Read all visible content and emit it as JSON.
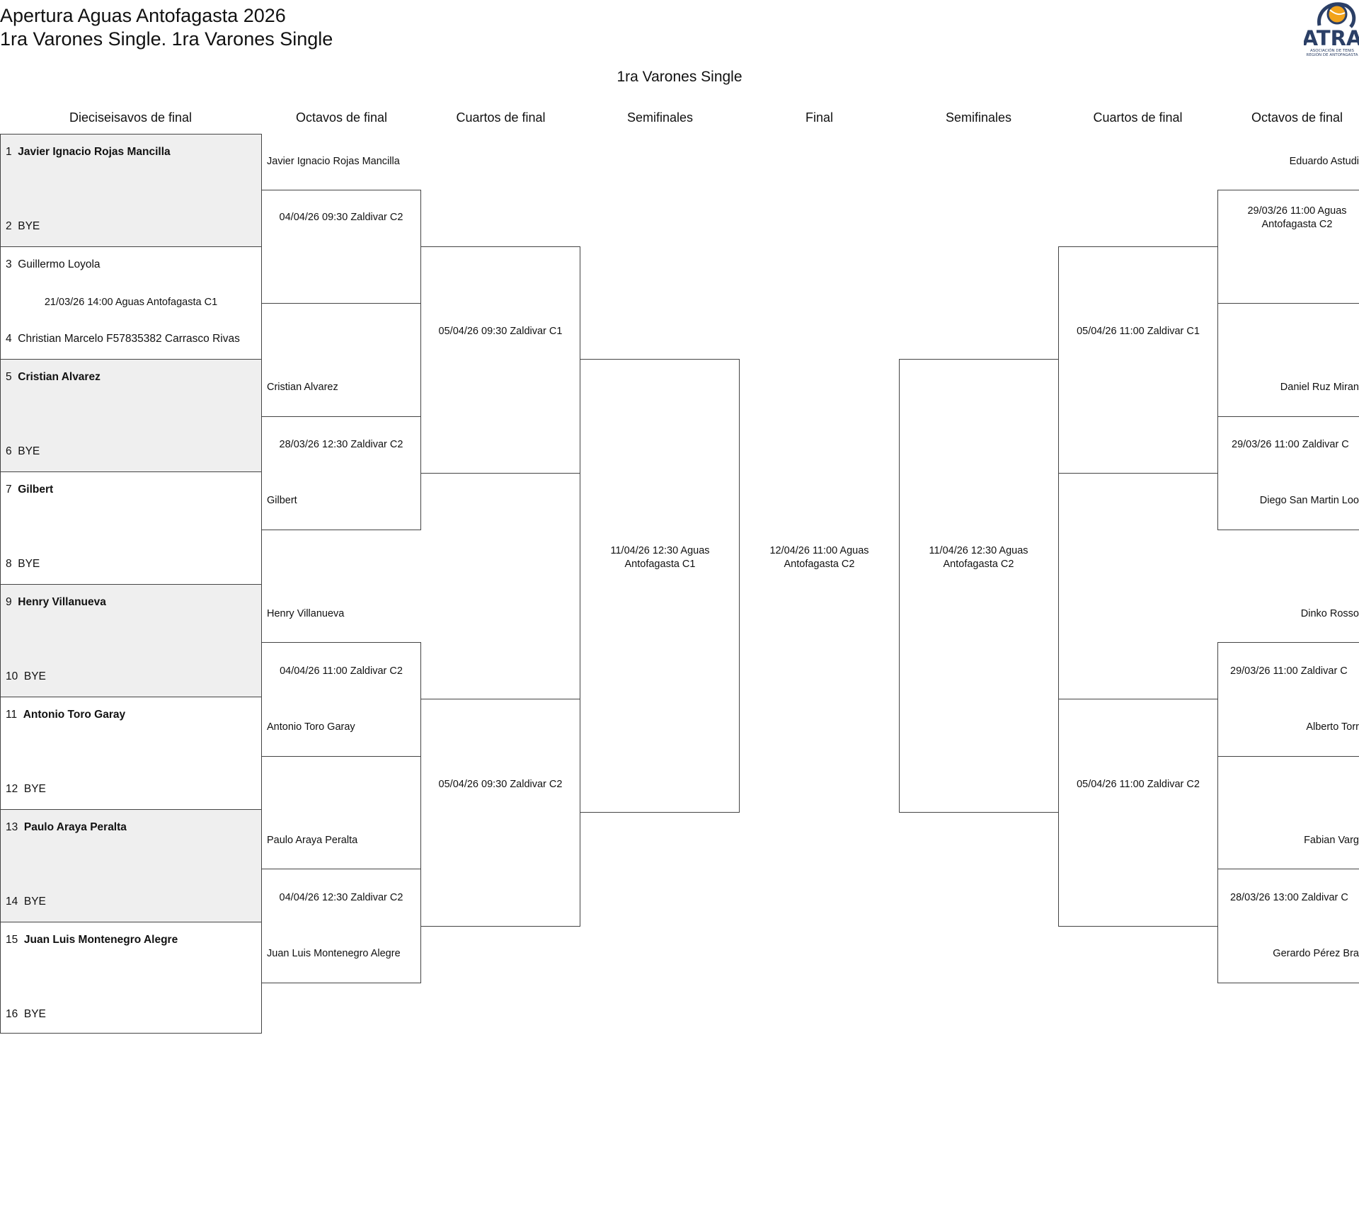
{
  "header": {
    "title_line1": "Apertura Aguas Antofagasta 2026",
    "title_line2": "1ra Varones Single. 1ra Varones Single",
    "logo_text": "ATRA",
    "logo_sub1": "ASOCIACIÓN DE TENIS",
    "logo_sub2": "REGIÓN DE ANTOFAGASTA"
  },
  "draw_title": "1ra Varones Single",
  "columns": [
    "Dieciseisavos de final",
    "Octavos de final",
    "Cuartos de final",
    "Semifinales",
    "Final",
    "Semifinales",
    "Cuartos de final",
    "Octavos de final"
  ],
  "r32": [
    {
      "n1": "1",
      "p1": "Javier Ignacio Rojas Mancilla",
      "b1": true,
      "n2": "2",
      "p2": "BYE",
      "b2": false,
      "info": ""
    },
    {
      "n1": "3",
      "p1": "Guillermo Loyola",
      "b1": false,
      "n2": "4",
      "p2": "Christian Marcelo F57835382 Carrasco Rivas",
      "b2": false,
      "info": "21/03/26 14:00 Aguas Antofagasta C1"
    },
    {
      "n1": "5",
      "p1": "Cristian Alvarez",
      "b1": true,
      "n2": "6",
      "p2": "BYE",
      "b2": false,
      "info": ""
    },
    {
      "n1": "7",
      "p1": "Gilbert",
      "b1": true,
      "n2": "8",
      "p2": "BYE",
      "b2": false,
      "info": ""
    },
    {
      "n1": "9",
      "p1": "Henry Villanueva",
      "b1": true,
      "n2": "10",
      "p2": "BYE",
      "b2": false,
      "info": ""
    },
    {
      "n1": "11",
      "p1": "Antonio Toro Garay",
      "b1": true,
      "n2": "12",
      "p2": "BYE",
      "b2": false,
      "info": ""
    },
    {
      "n1": "13",
      "p1": "Paulo Araya Peralta",
      "b1": true,
      "n2": "14",
      "p2": "BYE",
      "b2": false,
      "info": ""
    },
    {
      "n1": "15",
      "p1": "Juan Luis Montenegro Alegre",
      "b1": true,
      "n2": "16",
      "p2": "BYE",
      "b2": false,
      "info": ""
    }
  ],
  "left_r16": [
    {
      "p1": "Javier Ignacio Rojas Mancilla",
      "info": "04/04/26 09:30 Zaldivar C2",
      "p2": ""
    },
    {
      "p1": "Cristian Alvarez",
      "info": "28/03/26 12:30 Zaldivar C2",
      "p2": "Gilbert"
    },
    {
      "p1": "Henry Villanueva",
      "info": "04/04/26 11:00 Zaldivar C2",
      "p2": "Antonio Toro Garay"
    },
    {
      "p1": "Paulo Araya Peralta",
      "info": "04/04/26 12:30 Zaldivar C2",
      "p2": "Juan Luis Montenegro Alegre"
    }
  ],
  "left_qf": [
    "05/04/26 09:30 Zaldivar C1",
    "05/04/26 09:30 Zaldivar C2"
  ],
  "left_sf": "11/04/26 12:30 Aguas Antofagasta C1",
  "final": "12/04/26 11:00 Aguas Antofagasta C2",
  "right_sf": "11/04/26 12:30 Aguas Antofagasta C2",
  "right_qf": [
    "05/04/26 11:00 Zaldivar C1",
    "05/04/26 11:00 Zaldivar C2"
  ],
  "right_r16": [
    {
      "p1": "Eduardo Astudi",
      "info": "29/03/26 11:00 Aguas Antofagasta C2",
      "p2": ""
    },
    {
      "p1": "Daniel Ruz Miran",
      "info": "29/03/26 11:00 Zaldivar C",
      "p2": "Diego San Martin Loo"
    },
    {
      "p1": "Dinko Rosso",
      "info": "29/03/26 11:00 Zaldivar C",
      "p2": "Alberto Torr"
    },
    {
      "p1": "Fabian Varg",
      "info": "28/03/26 13:00 Zaldivar C",
      "p2": "Gerardo Pérez Bra"
    }
  ],
  "colors": {
    "grey_row": "#efefef",
    "line": "#444444",
    "logo_blue": "#2b3f66",
    "logo_gold": "#f2a31b"
  }
}
